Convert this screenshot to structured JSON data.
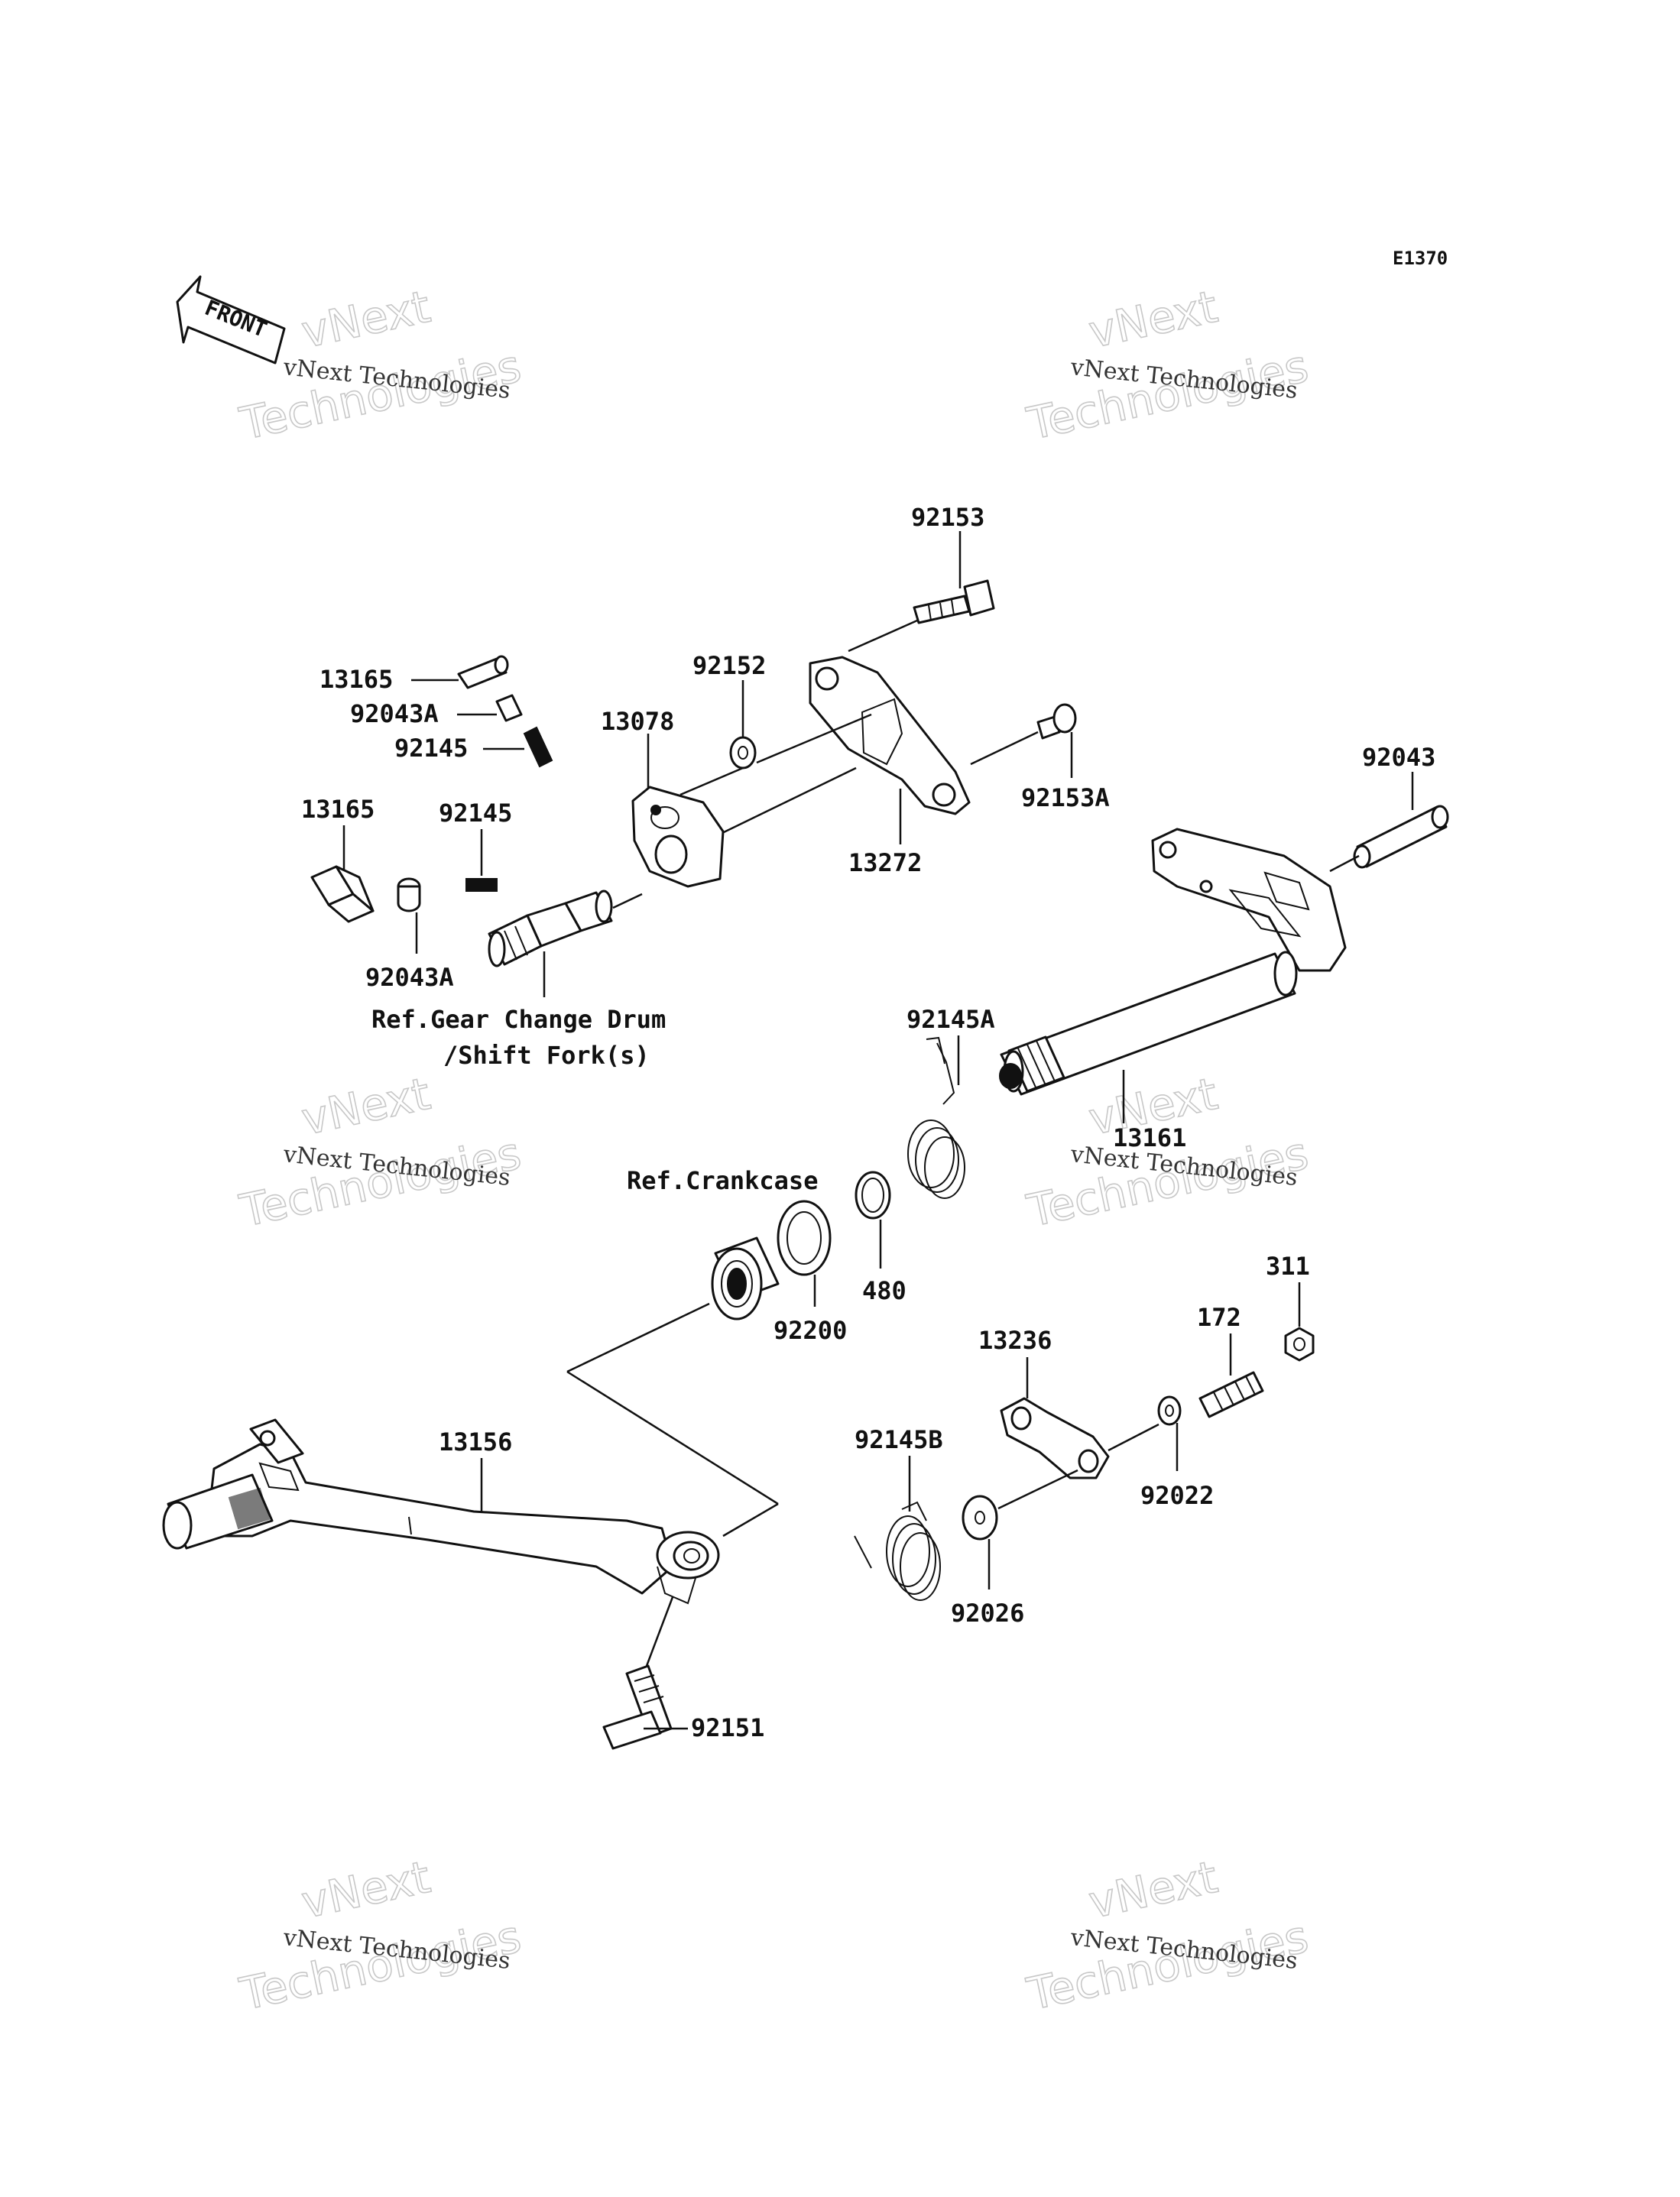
{
  "diagram_code": "E1370",
  "front_label": "FRONT",
  "watermark": {
    "line1": "vNext",
    "line2": "Technologies",
    "small": "vNext Technologies"
  },
  "references": {
    "gear_drum_line1": "Ref.Gear Change Drum",
    "gear_drum_line2": "/Shift Fork(s)",
    "crankcase": "Ref.Crankcase"
  },
  "parts": {
    "p92153": "92153",
    "p13165_top": "13165",
    "p92043A_top": "92043A",
    "p92145_top": "92145",
    "p92152": "92152",
    "p13078": "13078",
    "p92153A": "92153A",
    "p13272": "13272",
    "p13165_left": "13165",
    "p92145_mid": "92145",
    "p92043A_bot": "92043A",
    "p92043": "92043",
    "p92145A": "92145A",
    "p13161": "13161",
    "p480": "480",
    "p92200": "92200",
    "p311": "311",
    "p172": "172",
    "p13236": "13236",
    "p92145B": "92145B",
    "p92022": "92022",
    "p13156": "13156",
    "p92026": "92026",
    "p92151": "92151"
  }
}
